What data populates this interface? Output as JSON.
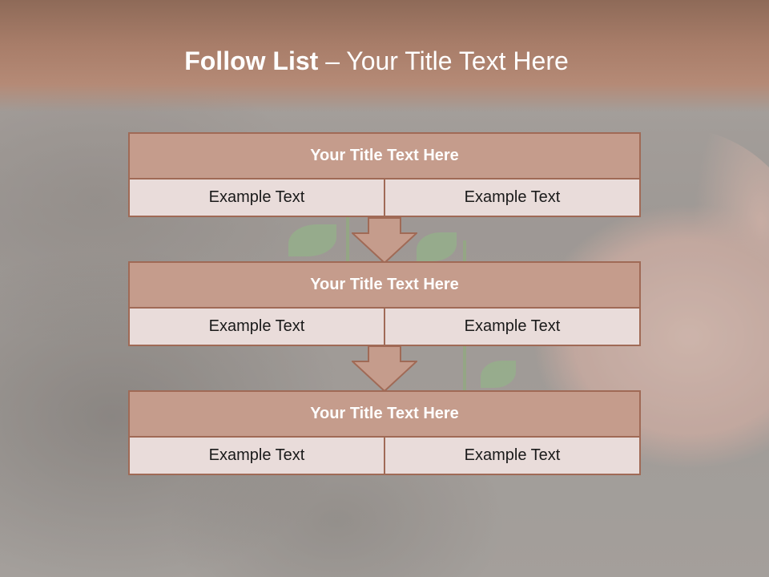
{
  "header": {
    "title_bold": "Follow List",
    "title_rest": " – Your Title Text Here"
  },
  "blocks": [
    {
      "title": "Your Title Text Here",
      "left": "Example Text",
      "right": "Example Text"
    },
    {
      "title": "Your Title Text Here",
      "left": "Example Text",
      "right": "Example Text"
    },
    {
      "title": "Your Title Text Here",
      "left": "Example Text",
      "right": "Example Text"
    }
  ],
  "colors": {
    "header": "#a87d69",
    "block_border": "#a06a56",
    "block_title_fill": "#c59c8c",
    "cell_fill": "#e9dcda",
    "arrow_fill": "#c59c8c"
  },
  "icons": [
    "down-arrow-icon",
    "down-arrow-icon"
  ]
}
